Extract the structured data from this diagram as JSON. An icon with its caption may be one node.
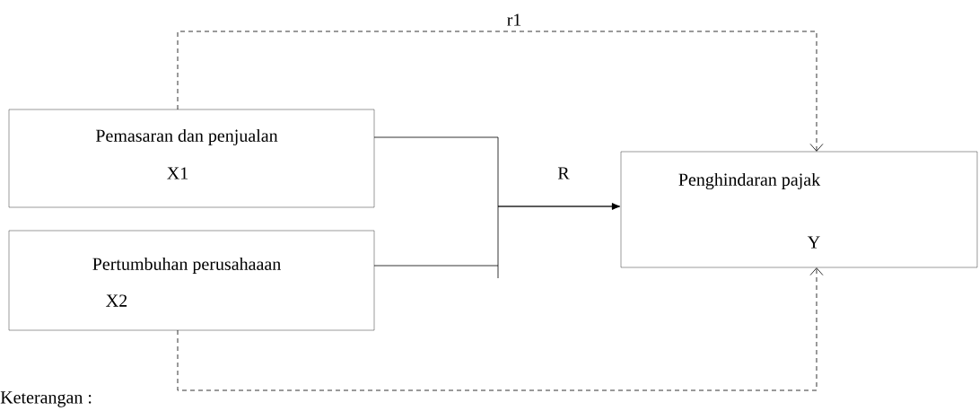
{
  "diagram": {
    "nodes": [
      {
        "text": [
          "Pemasaran dan penjualan",
          "X1"
        ]
      },
      {
        "text": [
          "Pertumbuhan perusahaaan",
          "X2"
        ]
      },
      {
        "text": [
          "Penghindaran pajak",
          "Y"
        ]
      }
    ],
    "edges": [
      {
        "from": 0,
        "to": 2,
        "arrow": "to",
        "label": "R"
      },
      {
        "from": 1,
        "to": 2,
        "arrow": "to"
      },
      {
        "from": 0,
        "to": 2,
        "arrow": "to",
        "style": "dashed",
        "label": "r1"
      },
      {
        "from": 1,
        "to": 2,
        "arrow": "to",
        "style": "dashed"
      }
    ],
    "labels": [
      "Keterangan :"
    ]
  }
}
